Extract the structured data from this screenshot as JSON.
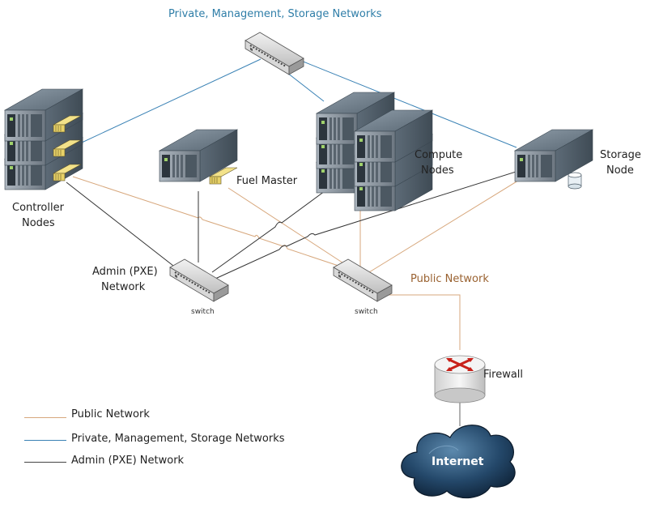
{
  "labels": {
    "private_networks_top": "Private, Management, Storage Networks",
    "controller_nodes": [
      "Controller",
      "Nodes"
    ],
    "fuel_master": "Fuel Master",
    "compute_nodes": [
      "Compute",
      "Nodes"
    ],
    "storage_node": [
      "Storage",
      "Node"
    ],
    "admin_network": [
      "Admin (PXE)",
      "Network"
    ],
    "switch_admin": "switch",
    "switch_public": "switch",
    "public_network": "Public Network",
    "firewall": "Firewall",
    "internet": "Internet"
  },
  "legend": {
    "items": [
      {
        "label": "Public Network",
        "color": "#d7a77c"
      },
      {
        "label": "Private, Management, Storage Networks",
        "color": "#3a82b5"
      },
      {
        "label": "Admin (PXE) Network",
        "color": "#444444"
      }
    ]
  },
  "colors": {
    "public_link": "#d7a77c",
    "private_link": "#3a82b5",
    "admin_link": "#333333"
  },
  "icons": {
    "switch": "switch-icon",
    "server": "server-icon",
    "firewall": "router-icon",
    "internet": "cloud-icon"
  }
}
